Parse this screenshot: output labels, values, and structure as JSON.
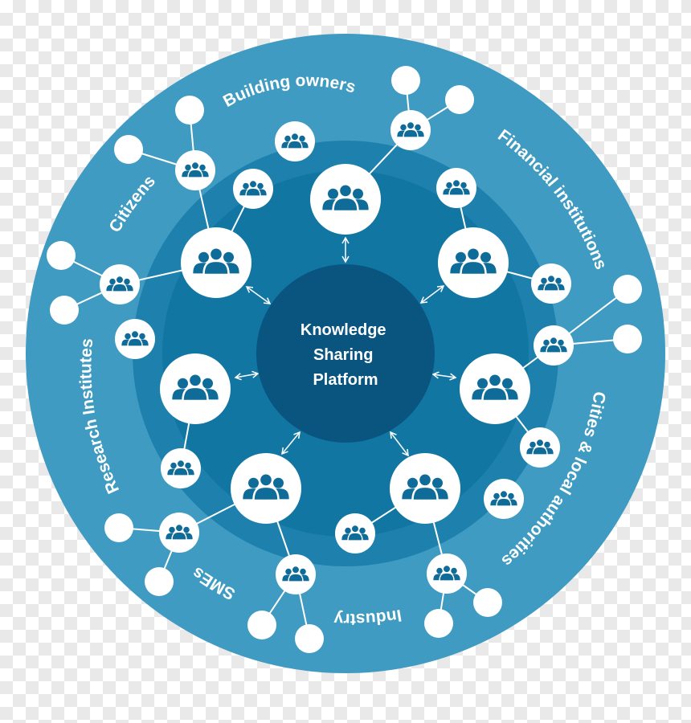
{
  "colors": {
    "outer_ring": "#3f9bc1",
    "middle_ring": "#1d80ad",
    "inner_disc": "#076d98",
    "center_hub": "#0a5580",
    "node_fill": "#ffffff",
    "person_icon": "#0f6c99",
    "link_line": "#ffffff",
    "label_text": "#ffffff"
  },
  "center": {
    "line1": "Knowledge",
    "line2": "Sharing",
    "line3": "Platform"
  },
  "stakeholders": [
    {
      "name": "Building owners"
    },
    {
      "name": "Financial institutions"
    },
    {
      "name": "Cities & local authorities"
    },
    {
      "name": "Industry"
    },
    {
      "name": "SMEs"
    },
    {
      "name": "Research Institutes"
    },
    {
      "name": "Citizens"
    }
  ],
  "node_icon": "people-group-icon",
  "link_icon": "double-arrow-icon"
}
